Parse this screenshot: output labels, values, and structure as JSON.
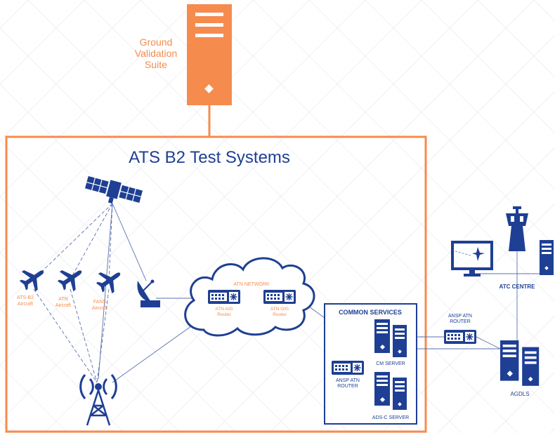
{
  "colors": {
    "orange": "#F68B4E",
    "navy": "#1E3F93",
    "line": "#5B6FB0",
    "bg_pattern": "#EEF0F4"
  },
  "ground": {
    "line1": "Ground",
    "line2": "Validation",
    "line3": "Suite",
    "icon": "server-tower-icon"
  },
  "test_systems": {
    "title": "ATS B2 Test Systems"
  },
  "aircraft": [
    {
      "line1": "ATS-B2",
      "line2": "Aircraft",
      "icon": "airplane-icon"
    },
    {
      "line1": "ATN",
      "line2": "Aircraft",
      "icon": "airplane-icon"
    },
    {
      "line1": "FANS",
      "line2": "Aircraft",
      "icon": "airplane-icon"
    }
  ],
  "network": {
    "title": "ATN NETWORK",
    "ag_router": {
      "line1": "ATN A/G",
      "line2": "Router"
    },
    "gg_router": {
      "line1": "ATN G/G",
      "line2": "Router"
    }
  },
  "common_services": {
    "title": "COMMON SERVICES",
    "cm_server": "CM SERVER",
    "ansp_router": {
      "line1": "ANSP ATN",
      "line2": "ROUTER"
    },
    "adsc_server": "ADS-C SERVER"
  },
  "external": {
    "ansp_router": {
      "line1": "ANSP ATN",
      "line2": "ROUTER"
    },
    "atc_centre": "ATC CENTRE",
    "agdls": "AGDLS"
  }
}
